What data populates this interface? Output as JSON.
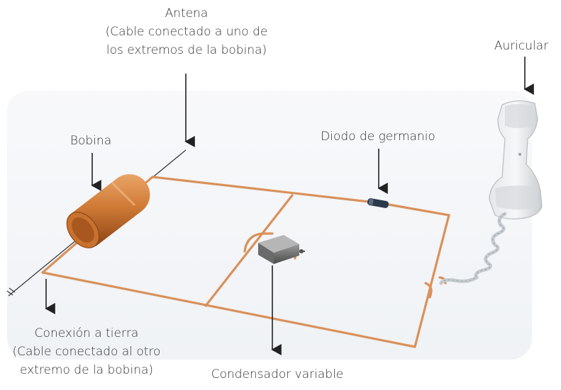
{
  "labels": {
    "antena": {
      "line1": "Antena",
      "line2": "(Cable conectado a uno de",
      "line3": "los extremos de la bobina)"
    },
    "auricular": "Auricular",
    "bobina": "Bobina",
    "diodo": "Diodo de germanio",
    "tierra": {
      "line1": "Conexión a tierra",
      "line2": "(Cable conectado al otro",
      "line3": "extremo de la bobina)"
    },
    "condensador": "Condensador variable"
  },
  "colors": {
    "wire": "#d9915a",
    "coil_dark": "#a0541c",
    "coil_light": "#e9a468",
    "background_panel": "#eef1f5",
    "arrow": "#222222"
  },
  "icons": {
    "coil": "copper-coil-icon",
    "diode": "germanium-diode-icon",
    "capacitor": "variable-capacitor-icon",
    "earphone": "handset-earphone-icon"
  }
}
